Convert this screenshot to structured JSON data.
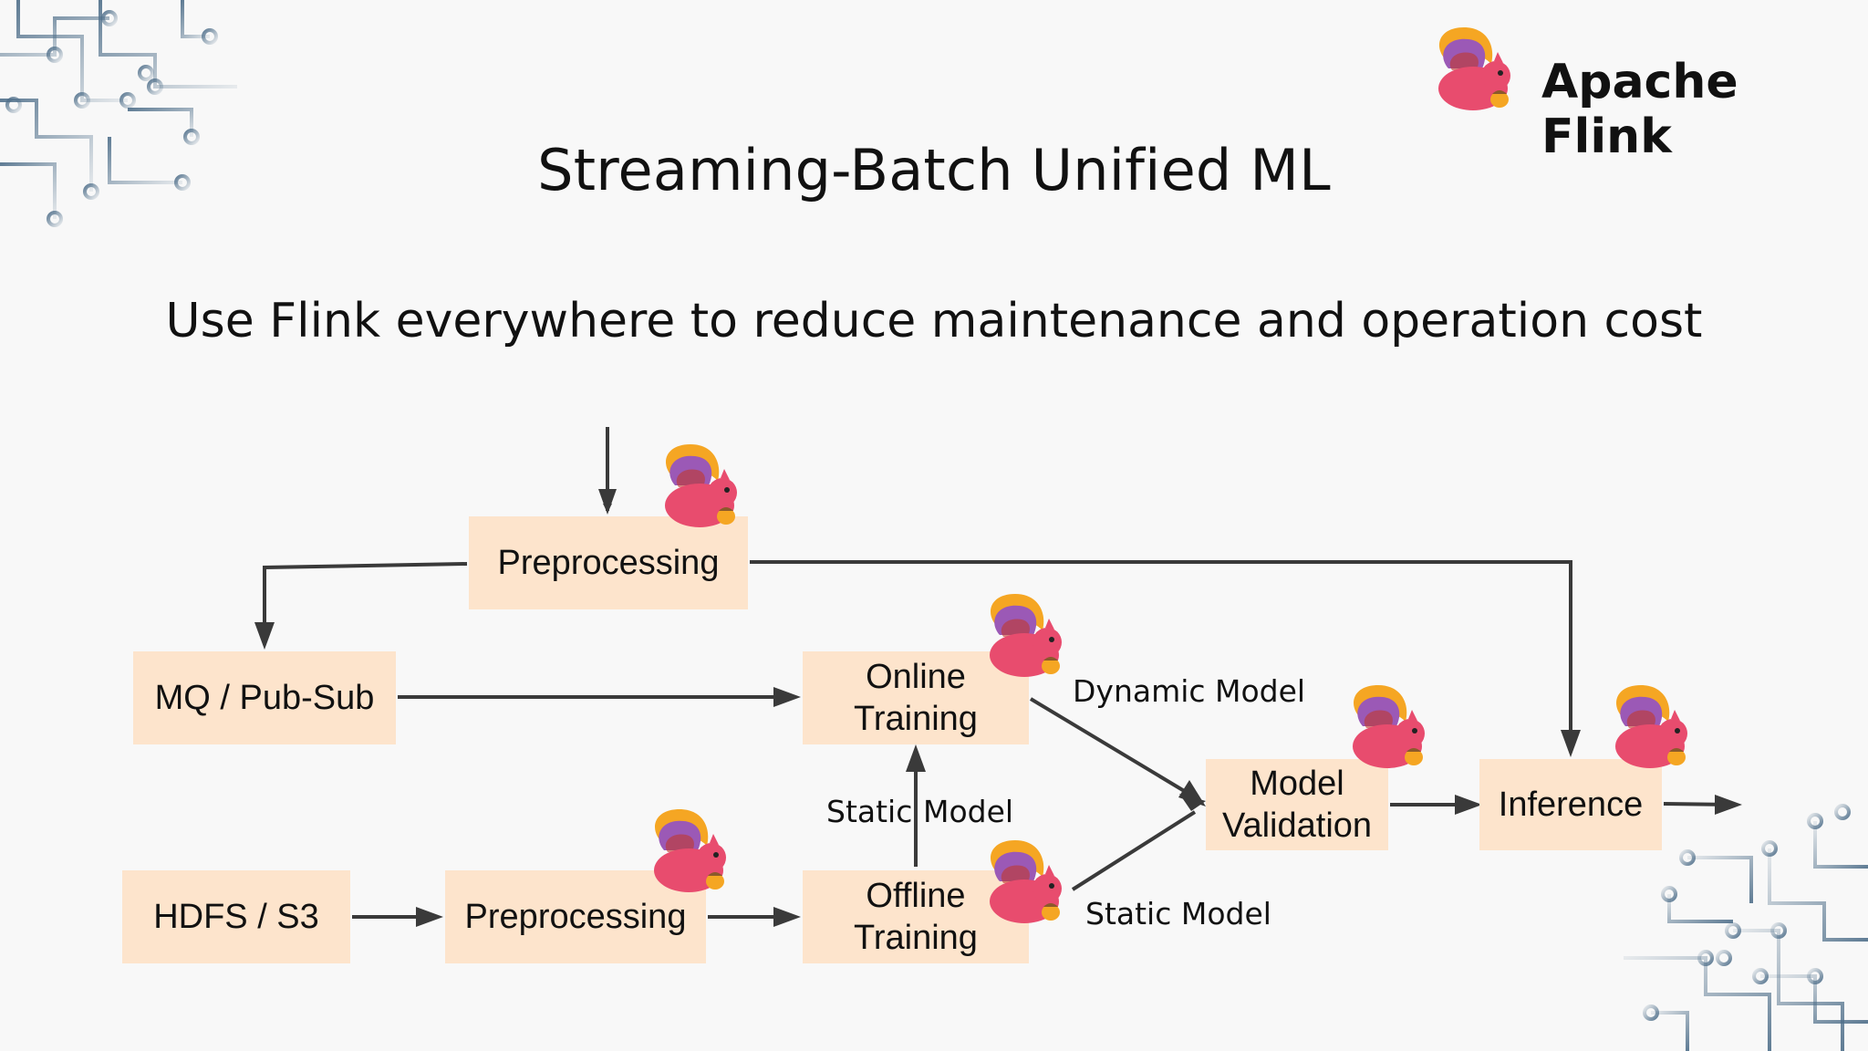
{
  "slide": {
    "title": "Streaming-Batch Unified ML",
    "subtitle": "Use Flink everywhere to reduce maintenance and operation cost",
    "brand": "Apache Flink",
    "brand_icon": "flink-squirrel-icon"
  },
  "nodes": {
    "preprocessing_top": "Preprocessing",
    "mq_pubsub": "MQ / Pub-Sub",
    "online_training_l1": "Online",
    "online_training_l2": "Training",
    "hdfs_s3": "HDFS / S3",
    "preprocessing_bottom": "Preprocessing",
    "offline_training_l1": "Offline",
    "offline_training_l2": "Training",
    "model_validation_l1": "Model",
    "model_validation_l2": "Validation",
    "inference": "Inference"
  },
  "edge_labels": {
    "dynamic_model": "Dynamic Model",
    "static_model_left": "Static",
    "static_model_right": "Model",
    "static_model_bottom": "Static Model"
  },
  "colors": {
    "node_fill": "#fde4cc",
    "arrow": "#3a3a3a",
    "circuit": "#5f7d96"
  }
}
